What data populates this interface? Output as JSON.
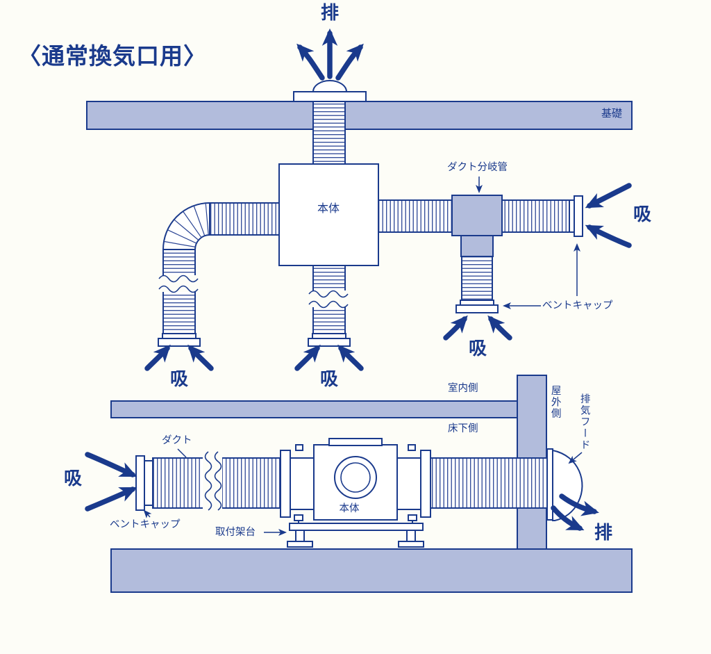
{
  "colors": {
    "navy": "#1a3a8c",
    "light_blue": "#b2bcdc",
    "background": "#fdfdf7"
  },
  "title": "〈通常換気口用〉",
  "top_diagram": {
    "exhaust_arrow_label": "排",
    "foundation_label": "基礎",
    "unit_label": "本体",
    "duct_branch_label": "ダクト分岐管",
    "vent_cap_label": "ベントキャップ",
    "intake_left_label": "吸",
    "intake_center_label": "吸",
    "intake_branch_label": "吸",
    "intake_right_label": "吸"
  },
  "bottom_diagram": {
    "indoor_side_label": "室内側",
    "underfloor_side_label": "床下側",
    "outdoor_side_label": "屋外側",
    "exhaust_hood_label": "排気フード",
    "duct_label": "ダクト",
    "vent_cap_label": "ベントキャップ",
    "unit_label": "本体",
    "mounting_stand_label": "取付架台",
    "intake_label": "吸",
    "exhaust_label": "排"
  }
}
